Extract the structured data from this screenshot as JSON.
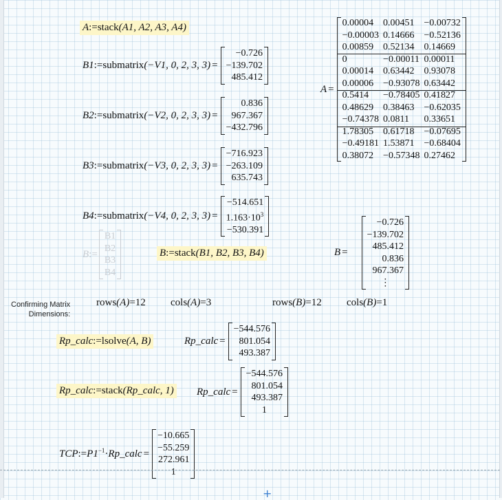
{
  "worksheet": {
    "def_A": {
      "lhs": "A",
      "op": ":=",
      "call": "stack",
      "args": "(A1, A2, A3, A4)"
    },
    "B1": {
      "lhs": "B1",
      "op": ":=",
      "call": "submatrix",
      "args": "(−V1, 0, 2, 3, 3)",
      "eq": "=",
      "values": [
        "−0.726",
        "−139.702",
        "485.412"
      ]
    },
    "B2": {
      "lhs": "B2",
      "op": ":=",
      "call": "submatrix",
      "args": "(−V2, 0, 2, 3, 3)",
      "eq": "=",
      "values": [
        "0.836",
        "967.367",
        "−432.796"
      ]
    },
    "B3": {
      "lhs": "B3",
      "op": ":=",
      "call": "submatrix",
      "args": "(−V3, 0, 2, 3, 3)",
      "eq": "=",
      "values": [
        "−716.923",
        "−263.109",
        "635.743"
      ]
    },
    "B4": {
      "lhs": "B4",
      "op": ":=",
      "call": "submatrix",
      "args": "(−V4, 0, 2, 3, 3)",
      "eq": "=",
      "values": [
        "−514.651",
        "1.163·10",
        "−530.391"
      ],
      "exp": "3"
    },
    "A_result": {
      "lhs": "A",
      "eq": "=",
      "rows": [
        [
          "0.00004",
          "0.00451",
          "−0.00732"
        ],
        [
          "−0.00003",
          "0.14666",
          "−0.52136"
        ],
        [
          "0.00859",
          "0.52134",
          "0.14669"
        ],
        [
          "0",
          "−0.00011",
          "0.00011"
        ],
        [
          "0.00014",
          "0.63442",
          "0.93078"
        ],
        [
          "0.00006",
          "−0.93078",
          "0.63442"
        ],
        [
          "0.5414",
          "−0.78405",
          "0.41827"
        ],
        [
          "0.48629",
          "0.38463",
          "−0.62035"
        ],
        [
          "−0.74378",
          "0.0811",
          "0.33651"
        ],
        [
          "1.78305",
          "0.61718",
          "−0.07695"
        ],
        [
          "−0.49181",
          "1.53871",
          "−0.68404"
        ],
        [
          "0.38072",
          "−0.57348",
          "0.27462"
        ]
      ]
    },
    "ghost_B": {
      "lhs": "B",
      "op": ":=",
      "items": [
        "B1",
        "B2",
        "B3",
        "B4"
      ]
    },
    "def_B": {
      "lhs": "B",
      "op": ":=",
      "call": "stack",
      "args": "(B1, B2, B3, B4)"
    },
    "B_result": {
      "lhs": "B",
      "eq": "=",
      "values": [
        "−0.726",
        "−139.702",
        "485.412",
        "0.836",
        "967.367",
        "⋮"
      ]
    },
    "confirm_label": {
      "line1": "Confirming Matrix",
      "line2": "Dimensions:"
    },
    "dims": {
      "rowsA": {
        "fn": "rows",
        "arg": "(A)",
        "eq": "=",
        "val": "12"
      },
      "colsA": {
        "fn": "cols",
        "arg": "(A)",
        "eq": "=",
        "val": "3"
      },
      "rowsB": {
        "fn": "rows",
        "arg": "(B)",
        "eq": "=",
        "val": "12"
      },
      "colsB": {
        "fn": "cols",
        "arg": "(B)",
        "eq": "=",
        "val": "1"
      }
    },
    "rp_def": {
      "lhs": "Rp_calc",
      "op": ":=",
      "call": "lsolve",
      "args": "(A, B)"
    },
    "rp_result": {
      "lhs": "Rp_calc",
      "eq": "=",
      "values": [
        "−544.576",
        "801.054",
        "493.387"
      ]
    },
    "rp_def2": {
      "lhs": "Rp_calc",
      "op": ":=",
      "call": "stack",
      "args": "(Rp_calc, 1)"
    },
    "rp_result2": {
      "lhs": "Rp_calc",
      "eq": "=",
      "values": [
        "−544.576",
        "801.054",
        "493.387",
        "1"
      ]
    },
    "tcp": {
      "lhs": "TCP",
      "op": ":=",
      "p": "P1",
      "inv": "−1",
      "dot": "·",
      "rhs": "Rp_calc",
      "eq": "=",
      "values": [
        "−10.665",
        "−55.259",
        "272.961",
        "1"
      ]
    }
  },
  "colors": {
    "grid_bg": "#f7fbfd",
    "highlight": "#fdf6c8",
    "ghost": "#c7ccd2",
    "cursor": "#3b7fd0"
  }
}
